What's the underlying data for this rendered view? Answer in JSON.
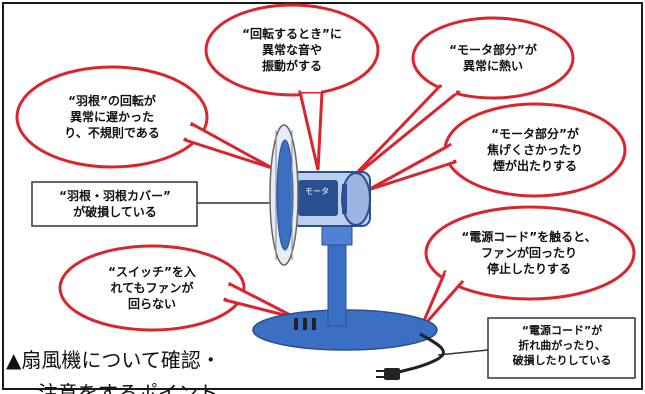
{
  "figure": {
    "callouts": [
      {
        "id": "rotation-sound",
        "lines": [
          "“回転するとき”に",
          "異常な音や",
          "振動がする"
        ]
      },
      {
        "id": "motor-hot",
        "lines": [
          "“モータ部分”が",
          "異常に熱い"
        ]
      },
      {
        "id": "blade-rotation",
        "lines": [
          "“羽根”の回転が",
          "異常に遅かった",
          "り、不規則である"
        ]
      },
      {
        "id": "motor-smell",
        "lines": [
          "“モータ部分”が",
          "焦げくさかったり",
          "煙が出たりする"
        ]
      },
      {
        "id": "blade-cover",
        "lines": [
          "“羽根・羽根カバー”",
          "が破損している"
        ]
      },
      {
        "id": "cord-touch",
        "lines": [
          "“電源コード”を触ると、",
          "ファンが回ったり",
          "停止したりする"
        ]
      },
      {
        "id": "switch",
        "lines": [
          "“スイッチ”を入",
          "れてもファンが",
          "回らない"
        ]
      },
      {
        "id": "cord-bent",
        "lines": [
          "“電源コード”が",
          "折れ曲がったり、",
          "破損したりしている"
        ]
      }
    ],
    "motor_label": "モータ",
    "caption_line1": "▲扇風機について確認・",
    "caption_line2": "注意をするポイント"
  },
  "colors": {
    "callout_border": "#d9262e",
    "fan_blue": "#3b6fc4",
    "fan_dark": "#2b4f93",
    "cord": "#222222"
  }
}
